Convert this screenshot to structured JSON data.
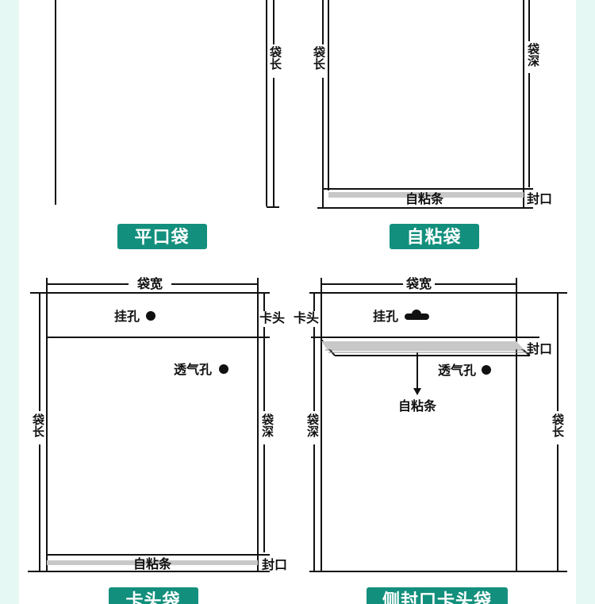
{
  "colors": {
    "pill": "#138f7d",
    "line": "#111111",
    "strip": "#c8c8c8",
    "bg": "#e6f8f4"
  },
  "labels": {
    "bag_length": "袋长",
    "bag_depth": "袋深",
    "bag_width": "袋宽",
    "self_adhesive_strip": "自粘条",
    "seal": "封口",
    "hang_hole": "挂孔",
    "vent_hole": "透气孔",
    "card_head": "卡头"
  },
  "bags": [
    {
      "name": "平口袋"
    },
    {
      "name": "自粘袋"
    },
    {
      "name": "卡头袋"
    },
    {
      "name": "侧封口卡头袋"
    }
  ]
}
